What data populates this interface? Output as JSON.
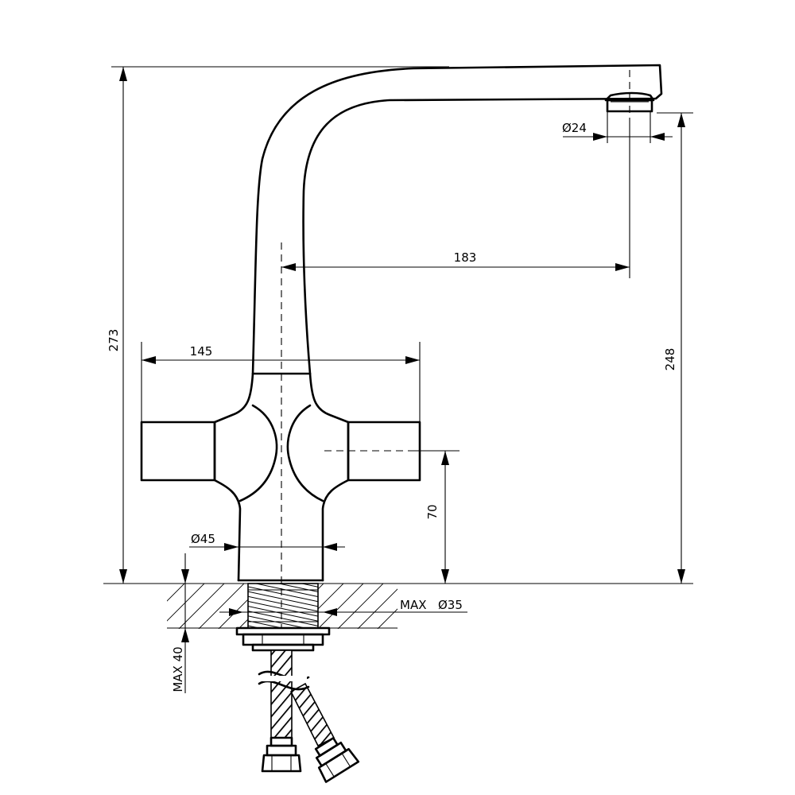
{
  "dimensions": {
    "overall_height": "273",
    "spout_height": "248",
    "spout_reach": "183",
    "handle_span": "145",
    "handle_height": "70",
    "body_diameter": "Ø45",
    "aerator_diameter": "Ø24",
    "mounting_hole_prefix": "MAX",
    "mounting_hole": "Ø35",
    "countertop_thickness": "MAX 40"
  }
}
